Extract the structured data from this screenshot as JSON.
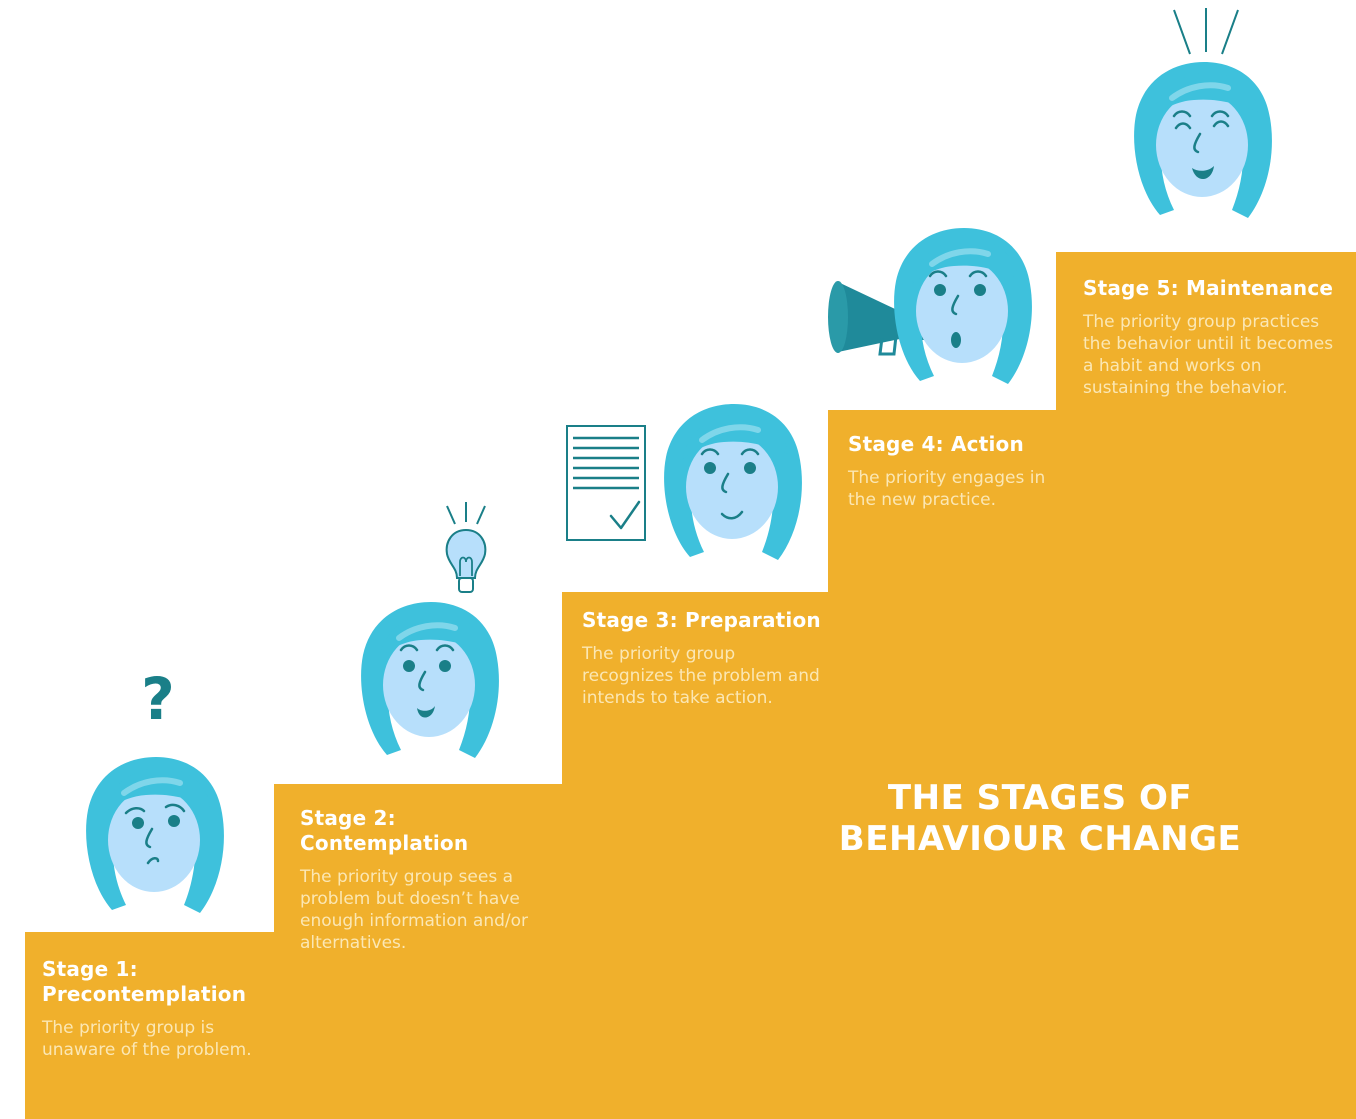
{
  "title": {
    "line1": "THE STAGES OF",
    "line2": "BEHAVIOUR CHANGE"
  },
  "stages": [
    {
      "title_line1": "Stage 1:",
      "title_line2": "Precontemplation",
      "description": "The priority group is unaware of the problem."
    },
    {
      "title_line1": "Stage 2:",
      "title_line2": "Contemplation",
      "description": "The priority group sees a problem but doesn’t have enough information and/or alternatives."
    },
    {
      "title_line1": "Stage 3: Preparation",
      "description": "The priority group recognizes the problem and intends to take action."
    },
    {
      "title_line1": "Stage 4: Action",
      "description": "The priority engages in the new practice."
    },
    {
      "title_line1": "Stage 5: Maintenance",
      "description": "The priority group practices the behavior until it becomes a habit and works on sustaining the behavior."
    }
  ],
  "icons": {
    "question_mark": "?",
    "lightbulb": "lightbulb-icon",
    "checklist": "checklist-document-icon",
    "megaphone": "megaphone-icon",
    "excitement_lines": "excitement-lines-icon"
  },
  "colors": {
    "stairs": "#f0b02c",
    "hair": "#3ec1dc",
    "face": "#b7dffb",
    "outline": "#1a7f88",
    "megaphone": "#1f8a9a"
  }
}
